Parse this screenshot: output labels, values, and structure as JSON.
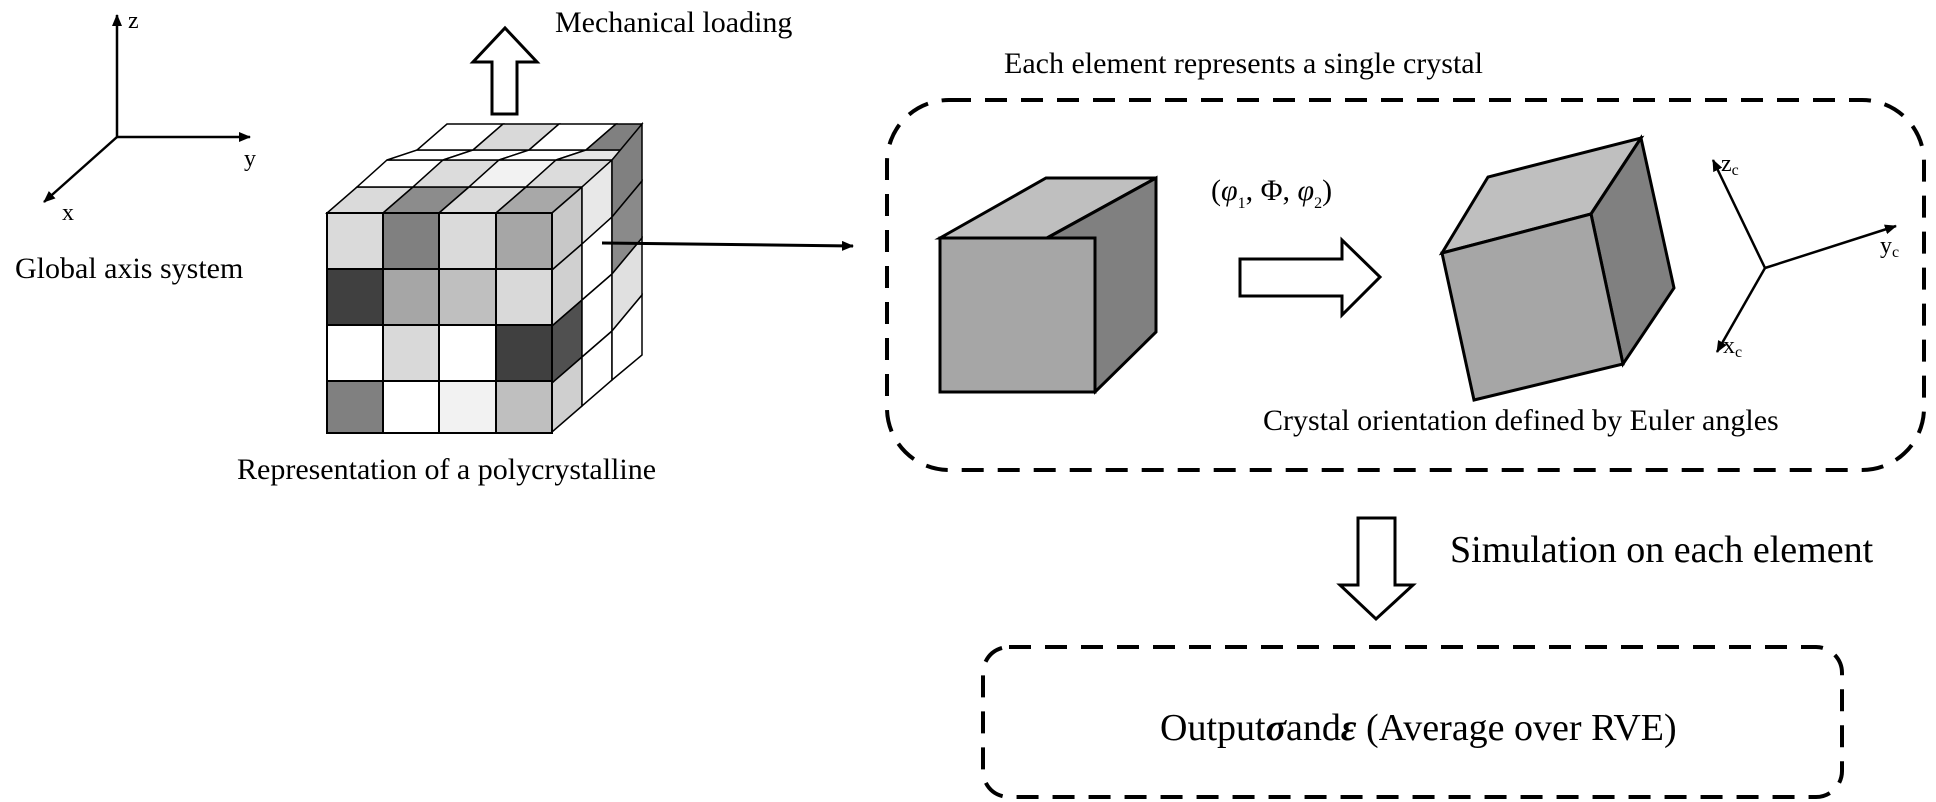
{
  "global_axes": {
    "z_label": "z",
    "y_label": "y",
    "x_label": "x",
    "caption": "Global axis system"
  },
  "polycrystal": {
    "caption": "Representation of a polycrystalline",
    "loading_label": "Mechanical loading"
  },
  "element_box": {
    "header": "Each element represents a single crystal",
    "euler_prefix": "(",
    "euler_phi1": "φ",
    "euler_phi1_sub": "1",
    "euler_sep1": ", Φ, ",
    "euler_phi2": "φ",
    "euler_phi2_sub": "2",
    "euler_suffix": ")",
    "crystal_axes": {
      "z_label": "z",
      "y_label": "y",
      "x_label": "x",
      "sub": "c"
    },
    "caption": "Crystal orientation  defined by Euler angles"
  },
  "simulation_label": "Simulation on each element",
  "output_box": {
    "prefix": "Output",
    "sigma": "σ",
    "and": "and",
    "epsilon": "ε",
    "suffix": " (Average over RVE)"
  },
  "colors": {
    "line": "#000000",
    "cube_front": "#a6a6a6",
    "cube_top": "#bfbfbf",
    "cube_side": "#808080"
  }
}
